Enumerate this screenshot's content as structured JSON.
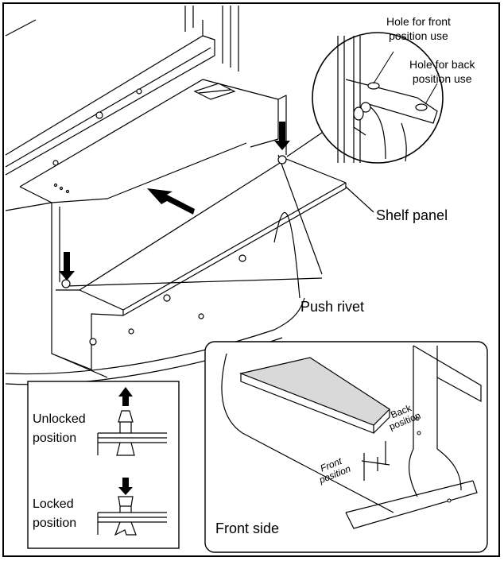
{
  "callouts": {
    "front_hole_line1": "Hole for front",
    "front_hole_line2": "position use",
    "back_hole_line1": "Hole for back",
    "back_hole_line2": "position use",
    "shelf_panel": "Shelf panel",
    "push_rivet": "Push rivet"
  },
  "rivet_inset": {
    "unlocked_line1": "Unlocked",
    "unlocked_line2": "position",
    "locked_line1": "Locked",
    "locked_line2": "position"
  },
  "front_inset": {
    "title": "Front side",
    "back_line1": "Back",
    "back_line2": "position",
    "front_line1": "Front",
    "front_line2": "position"
  },
  "colors": {
    "line": "#000000",
    "shade": "#d9d9d9",
    "background": "#ffffff"
  }
}
